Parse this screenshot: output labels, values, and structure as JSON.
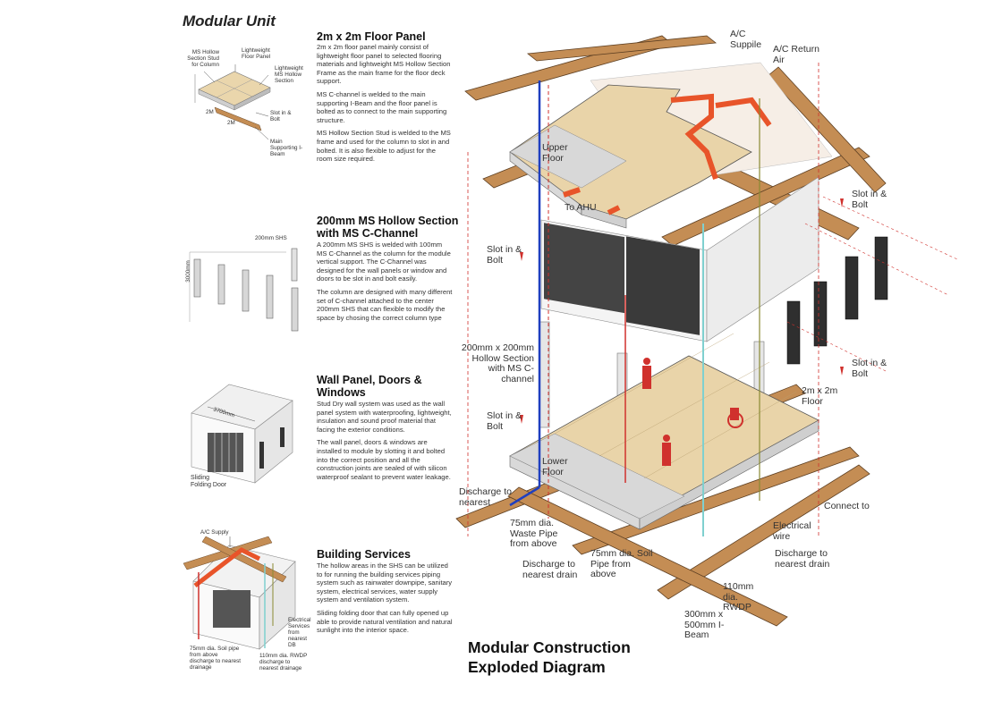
{
  "heading": "Modular Unit",
  "sections": [
    {
      "title": "2m x 2m Floor Panel",
      "paragraphs": [
        "2m x 2m floor panel mainly consist of lightweight floor panel to selected flooring materials and lightweight MS Hollow Section Frame as the main frame for the floor deck support.",
        "MS C-channel is welded to the main supporting I-Beam and the floor panel is bolted as to connect to the main supporting structure.",
        "MS Hollow Section Stud is welded to the MS frame and used for the column to slot in and bolted. It is also flexible to adjust for the room size required."
      ],
      "labels": [
        "MS Hollow Section Stud for Column",
        "Lightweight Floor Panel",
        "Lightweight MS Hollow Section",
        "Slot in & Bolt",
        "Main Supporting I-Beam",
        "2M",
        "2M"
      ]
    },
    {
      "title": "200mm MS Hollow Section with MS C-Channel",
      "paragraphs": [
        "A 200mm MS SHS is welded with 100mm MS C-Channel as the column for the module vertical support. The C-Channel was designed for the wall panels or window and doors to be slot in and bolt easily.",
        "The column are designed with many different set of C-channel attached to the center 200mm SHS that can flexible to modify the space by chosing the correct column type"
      ],
      "labels": [
        "200mm SHS",
        "3000mm"
      ]
    },
    {
      "title": "Wall Panel, Doors & Windows",
      "paragraphs": [
        "Stud Dry wall system was used as the wall panel system with waterproofing, lightweight, insulation and sound proof material that facing the exterior conditions.",
        "The wall panel, doors & windows are installed to module by slotting it and bolted into the correct position and all the construction joints are sealed of with silicon waterproof sealant to prevent water leakage."
      ],
      "labels": [
        "3700mm",
        "Sliding Folding Door"
      ]
    },
    {
      "title": "Building Services",
      "paragraphs": [
        "The hollow areas in the SHS can be utilized to for running the building services piping system such as rainwater downpipe, sanitary system, electrical services, water supply system and ventilation system.",
        "Sliding folding door that can fully opened up able to provide natural ventilation and natural sunlight into the interior space."
      ],
      "labels": [
        "A/C Supply",
        "Electrical Services from nearest DB",
        "75mm dia. Soil pipe from above discharge to nearest drainage",
        "110mm dia. RWDP discharge to nearest drainage"
      ]
    }
  ],
  "diagram": {
    "labels": {
      "ac_supply": "A/C Suppile",
      "ac_return": "A/C Return Air",
      "upper_floor": "Upper Floor",
      "to_ahu": "To AHU",
      "slot1": "Slot in & Bolt",
      "slot2": "Slot in & Bolt",
      "slot3": "Slot in & Bolt",
      "slot4": "Slot in & Bolt",
      "hollow": "200mm x 200mm Hollow Section with MS C-channel",
      "floor2x2": "2m x 2m Floor",
      "lower_floor": "Lower Floor",
      "discharge_nearest": "Discharge to nearest",
      "waste_pipe": "75mm dia. Waste Pipe from above",
      "connect_to": "Connect to",
      "electrical": "Electrical wire",
      "discharge_drain_right": "Discharge to nearest drain",
      "soil_pipe": "75mm dia. Soil Pipe from above",
      "discharge_drain_left": "Discharge to nearest drain",
      "rwdp": "110mm dia. RWDP",
      "ibeam": "300mm x 500mm I-Beam"
    },
    "title_line1": "Modular Construction",
    "title_line2": "Exploded Diagram"
  },
  "colors": {
    "timber": "#c48d54",
    "floor": "#e9d4a9",
    "red": "#d0312d",
    "orange": "#e8542a",
    "blue": "#1f3fbf",
    "cyan": "#7fd0cf",
    "olive": "#8a8a32"
  }
}
